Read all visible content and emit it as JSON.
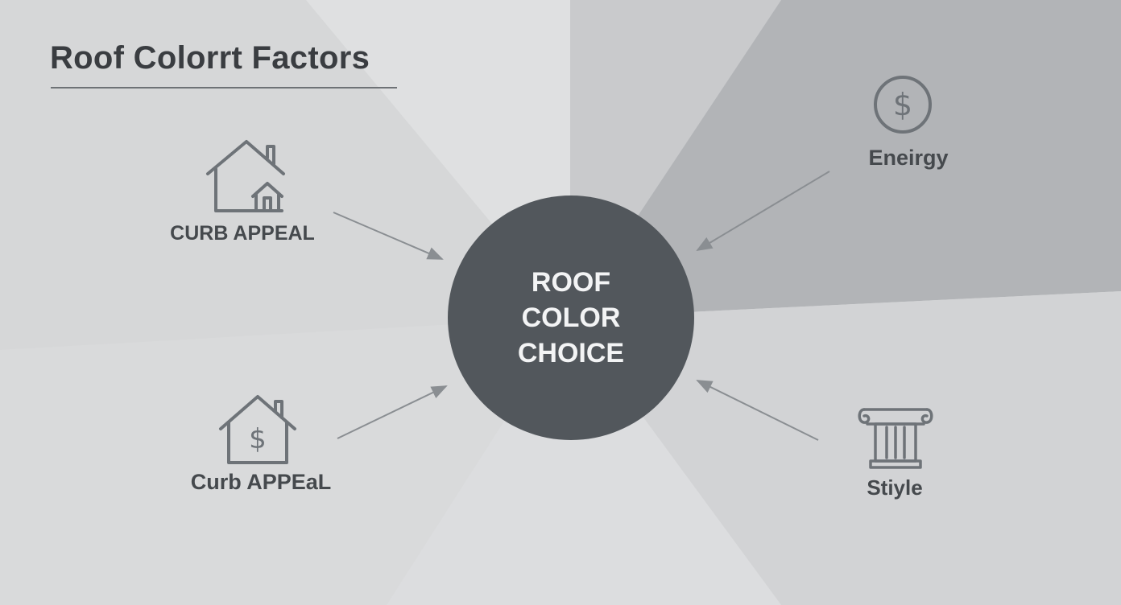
{
  "title": "Roof Colorrt Factors",
  "center_label": "ROOF COLOR CHOICE",
  "factors": [
    {
      "label": "CURB APPEAL",
      "icon": "house-icon"
    },
    {
      "label": "Eneirgy",
      "icon": "dollar-circle-icon"
    },
    {
      "label": "Curb APPEaL",
      "icon": "house-dollar-icon"
    },
    {
      "label": "Stiyle",
      "icon": "column-icon"
    }
  ],
  "colors": {
    "hub": "#52575c",
    "text": "#45494d",
    "icon": "#6e7378",
    "arrow": "#8a8e92"
  }
}
